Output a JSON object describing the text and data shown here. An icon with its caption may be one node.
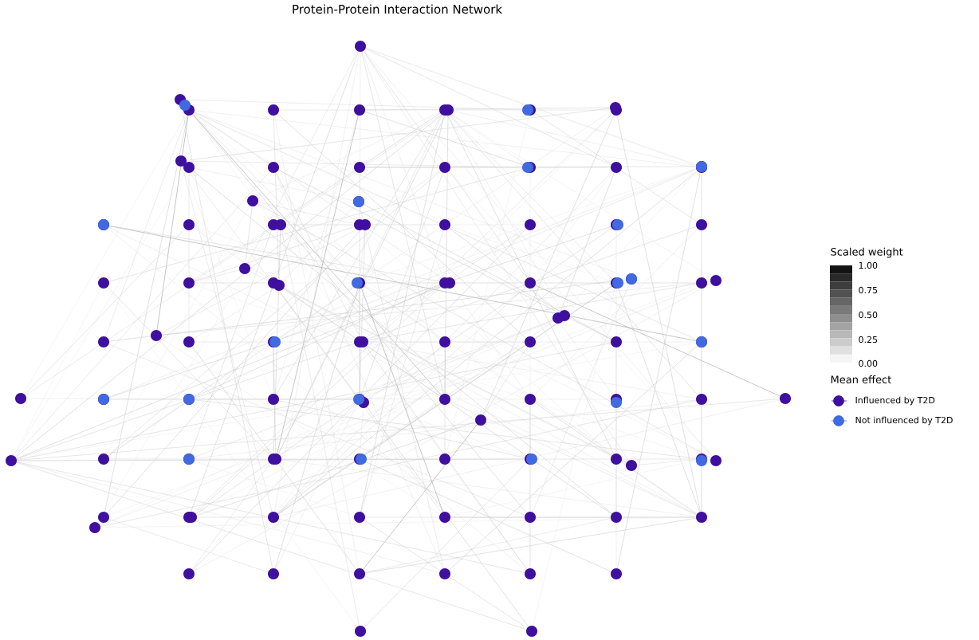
{
  "diagram": {
    "title": "Protein-Protein Interaction Network",
    "labels": [
      "Scaled weight",
      "1.00",
      "0.75",
      "0.50",
      "0.25",
      "0.00",
      "Mean effect"
    ],
    "legend": [
      {
        "text": "Influenced by T2D",
        "color": "#3f0f9f"
      },
      {
        "text": "Not influenced by T2D",
        "color": "#4169e1"
      }
    ]
  }
}
